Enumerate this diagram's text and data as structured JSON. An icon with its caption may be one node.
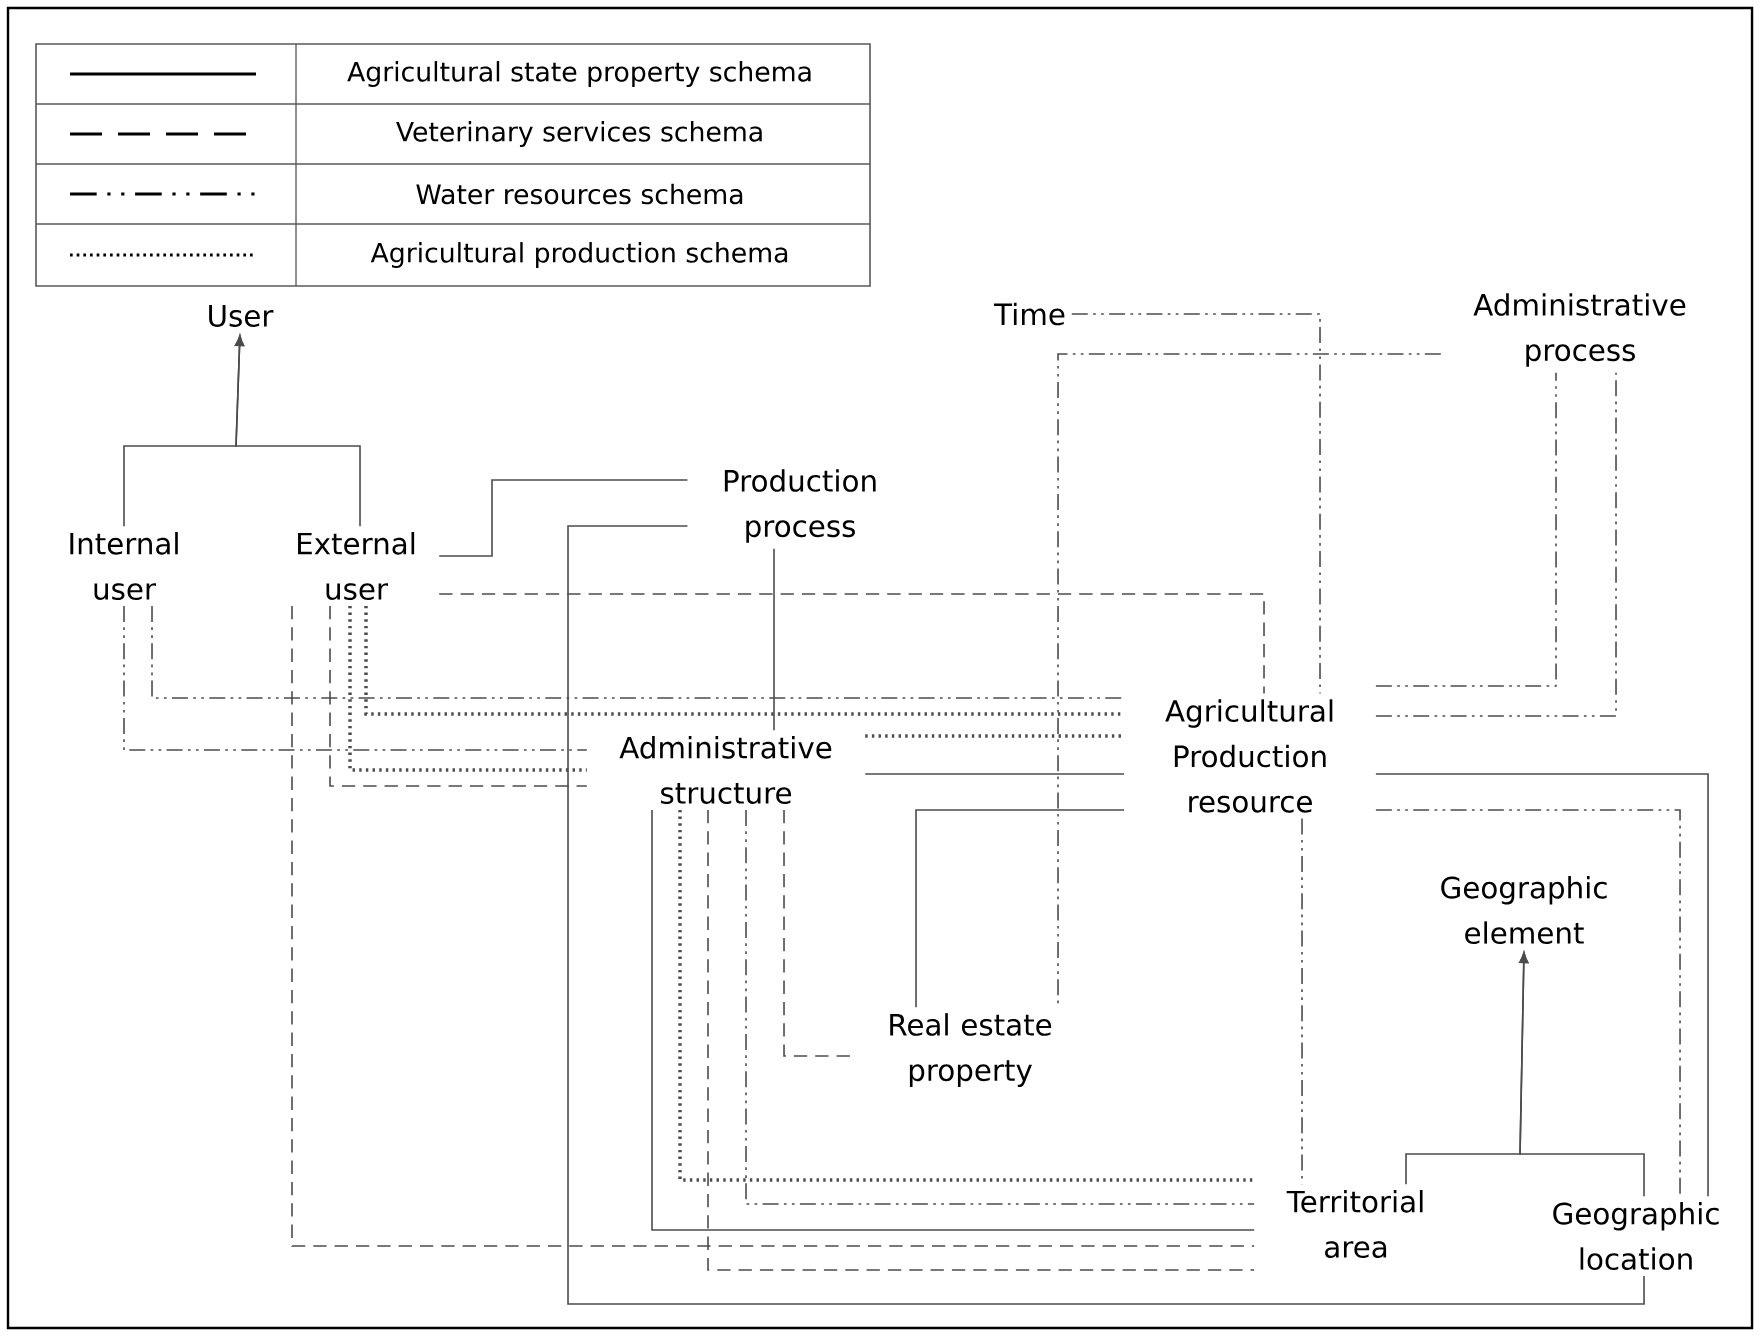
{
  "diagram": {
    "nodes": [
      {
        "text": [
          "User"
        ]
      },
      {
        "text": [
          "Internal user"
        ]
      },
      {
        "text": [
          "External user"
        ]
      },
      {
        "text": [
          "Production process"
        ]
      },
      {
        "text": [
          "Time"
        ]
      },
      {
        "text": [
          "Administrative process"
        ]
      },
      {
        "text": [
          "Agricultural Production resource"
        ]
      },
      {
        "text": [
          "Administrative structure"
        ]
      },
      {
        "text": [
          "Real estate property"
        ]
      },
      {
        "text": [
          "Geographic element"
        ]
      },
      {
        "text": [
          "Territorial area"
        ]
      },
      {
        "text": [
          "Geographic location"
        ]
      }
    ],
    "edges": [
      {
        "from": 1,
        "to": 0,
        "arrow": "to"
      },
      {
        "from": 2,
        "to": 0,
        "arrow": "to"
      },
      {
        "from": 2,
        "to": 3,
        "arrow": "none"
      },
      {
        "from": 11,
        "to": 3,
        "arrow": "none"
      },
      {
        "from": 3,
        "to": 7,
        "arrow": "none"
      },
      {
        "from": 2,
        "to": 6,
        "arrow": "none",
        "style": "dashed"
      },
      {
        "from": 1,
        "to": 6,
        "arrow": "none",
        "style": "dashed"
      },
      {
        "from": 1,
        "to": 7,
        "arrow": "none",
        "style": "dashed"
      },
      {
        "from": 2,
        "to": 6,
        "arrow": "none",
        "style": "dashed"
      },
      {
        "from": 2,
        "to": 7,
        "arrow": "none",
        "style": "dashed"
      },
      {
        "from": 2,
        "to": 7,
        "arrow": "none",
        "style": "dashed"
      },
      {
        "from": 2,
        "to": 10,
        "arrow": "none",
        "style": "dashed"
      },
      {
        "from": 7,
        "to": 6,
        "arrow": "none",
        "style": "dashed"
      },
      {
        "from": 7,
        "to": 6,
        "arrow": "none"
      },
      {
        "from": 6,
        "to": 8,
        "arrow": "none"
      },
      {
        "from": 4,
        "to": 6,
        "arrow": "none",
        "style": "dashed"
      },
      {
        "from": 5,
        "to": 8,
        "arrow": "none",
        "style": "dashed"
      },
      {
        "from": 6,
        "to": 5,
        "arrow": "none",
        "style": "dashed"
      },
      {
        "from": 6,
        "to": 5,
        "arrow": "none",
        "style": "dashed"
      },
      {
        "from": 6,
        "to": 11,
        "arrow": "none"
      },
      {
        "from": 6,
        "to": 11,
        "arrow": "none",
        "style": "dashed"
      },
      {
        "from": 6,
        "to": 10,
        "arrow": "none",
        "style": "dashed"
      },
      {
        "from": 10,
        "to": 9,
        "arrow": "to"
      },
      {
        "from": 11,
        "to": 9,
        "arrow": "to"
      },
      {
        "from": 7,
        "to": 10,
        "arrow": "none"
      },
      {
        "from": 7,
        "to": 10,
        "arrow": "none",
        "style": "dashed"
      },
      {
        "from": 7,
        "to": 10,
        "arrow": "none",
        "style": "dashed"
      },
      {
        "from": 7,
        "to": 10,
        "arrow": "none",
        "style": "dashed"
      },
      {
        "from": 7,
        "to": 8,
        "arrow": "none",
        "style": "dashed"
      }
    ],
    "legend": [
      {
        "text": "Agricultural state property schema"
      },
      {
        "text": "Veterinary services schema"
      },
      {
        "text": "Water resources schema"
      },
      {
        "text": "Agricultural production schema"
      }
    ]
  }
}
